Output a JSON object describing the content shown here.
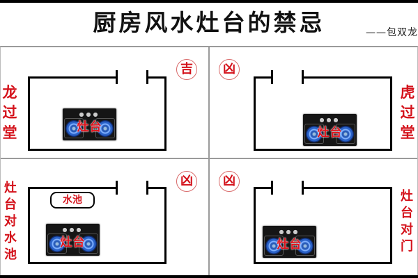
{
  "header": {
    "title": "厨房风水灶台的禁忌",
    "author": "——包双龙"
  },
  "colors": {
    "accent_red": "#d4121b",
    "seal_border": "#d96a6a",
    "line_black": "#000000",
    "divider_grey": "#9a9a9a",
    "stove_dark": "#151515",
    "burner_blue": "#2a5cb8"
  },
  "panels": [
    {
      "position": "top-left",
      "verdict": "吉",
      "label_chars": [
        "龙",
        "过",
        "堂"
      ],
      "label": "龙过堂",
      "stove": {
        "label": "灶台",
        "dots": "●●●"
      }
    },
    {
      "position": "top-right",
      "verdict": "凶",
      "label_chars": [
        "虎",
        "过",
        "堂"
      ],
      "label": "虎过堂",
      "stove": {
        "label": "灶台",
        "dots": "●●●"
      }
    },
    {
      "position": "bottom-left",
      "verdict": "凶",
      "label_chars": [
        "灶",
        "台",
        "对",
        "水",
        "池"
      ],
      "label": "灶台对水池",
      "sink": "水池",
      "stove": {
        "label": "灶台",
        "dots": "●●●"
      }
    },
    {
      "position": "bottom-right",
      "verdict": "凶",
      "label_chars": [
        "灶",
        "台",
        "对",
        "门"
      ],
      "label": "灶台对门",
      "stove": {
        "label": "灶台",
        "dots": "●●●"
      }
    }
  ]
}
